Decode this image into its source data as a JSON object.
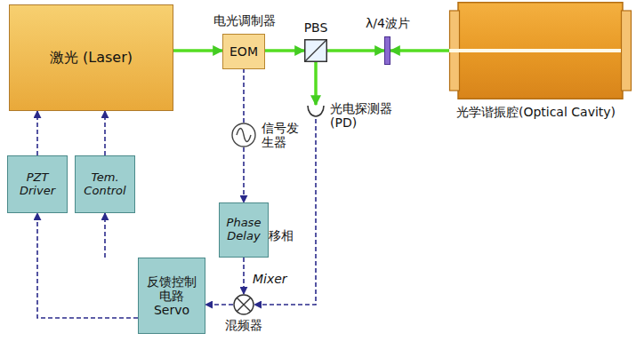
{
  "diagram": {
    "nodes": [
      {
        "text": [
          "激光 (Laser)"
        ]
      },
      {
        "text": [
          "电光调制器",
          "EOM"
        ]
      },
      {
        "text": [
          "PBS"
        ]
      },
      {
        "text": [
          "λ/4波片"
        ]
      },
      {
        "text": [
          "光学谐振腔(Optical Cavity)"
        ]
      },
      {
        "text": [
          "光电探测器 (PD)"
        ]
      },
      {
        "text": [
          "信号发生器"
        ]
      },
      {
        "text": [
          "Phase Delay",
          "移相"
        ]
      },
      {
        "text": [
          "Mixer",
          "混频器"
        ]
      },
      {
        "text": [
          "反馈控制 电路",
          "Servo"
        ]
      },
      {
        "text": [
          "PZT Driver"
        ]
      },
      {
        "text": [
          "Tem. Control"
        ]
      }
    ],
    "edges": [
      {
        "from": 0,
        "to": 1,
        "arrow": "to"
      },
      {
        "from": 1,
        "to": 2,
        "arrow": "to"
      },
      {
        "from": 2,
        "to": 3,
        "arrow": "to"
      },
      {
        "from": 4,
        "to": 3,
        "arrow": "to"
      },
      {
        "from": 2,
        "to": 5,
        "arrow": "to"
      },
      {
        "from": 6,
        "to": 1,
        "arrow": "none"
      },
      {
        "from": 6,
        "to": 7,
        "arrow": "to"
      },
      {
        "from": 7,
        "to": 8,
        "arrow": "to"
      },
      {
        "from": 5,
        "to": 8,
        "arrow": "to"
      },
      {
        "from": 8,
        "to": 9,
        "arrow": "to"
      },
      {
        "from": 9,
        "to": 10,
        "arrow": "to"
      },
      {
        "from": 9,
        "to": 11,
        "arrow": "to"
      },
      {
        "from": 10,
        "to": 0,
        "arrow": "to"
      },
      {
        "from": 11,
        "to": 0,
        "arrow": "to"
      }
    ]
  }
}
